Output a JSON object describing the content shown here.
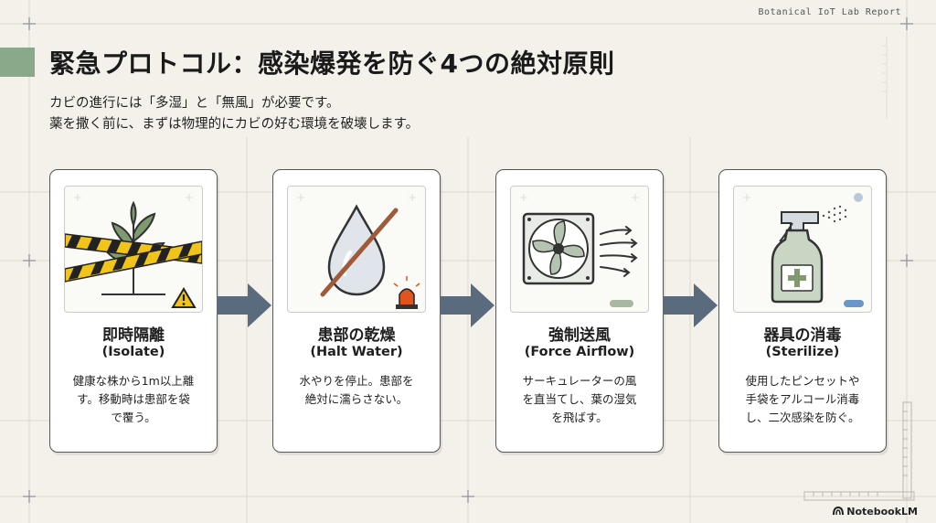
{
  "header": {
    "report_label": "Botanical IoT Lab Report",
    "title": "緊急プロトコル：感染爆発を防ぐ4つの絶対原則",
    "subtitle_lines": [
      "カビの進行には「多湿」と「無風」が必要です。",
      "薬を撒く前に、まずは物理的にカビの好む環境を破壊します。"
    ]
  },
  "steps": [
    {
      "title": "即時隔離",
      "subtitle": "(Isolate)",
      "desc_lines": [
        "健康な株から1m以上離",
        "す。移動時は患部を袋",
        "で覆う。"
      ],
      "icon": "quarantine-tape-plant-icon"
    },
    {
      "title": "患部の乾燥",
      "subtitle": "(Halt Water)",
      "desc_lines": [
        "水やりを停止。患部を",
        "絶対に濡らさない。"
      ],
      "icon": "no-water-drop-icon"
    },
    {
      "title": "強制送風",
      "subtitle": "(Force Airflow)",
      "desc_lines": [
        "サーキュレーターの風",
        "を直当てし、葉の湿気",
        "を飛ばす。"
      ],
      "icon": "fan-icon"
    },
    {
      "title": "器具の消毒",
      "subtitle": "(Sterilize)",
      "desc_lines": [
        "使用したピンセットや",
        "手袋をアルコール消毒",
        "し、二次感染を防ぐ。"
      ],
      "icon": "spray-bottle-icon"
    }
  ],
  "footer": {
    "brand": "NotebookLM"
  },
  "colors": {
    "background": "#f3f1ea",
    "accent_green": "#8aa88a",
    "arrow": "#5a6b7e",
    "warning_yellow": "#f0c419",
    "alert_orange": "#e0541e"
  }
}
